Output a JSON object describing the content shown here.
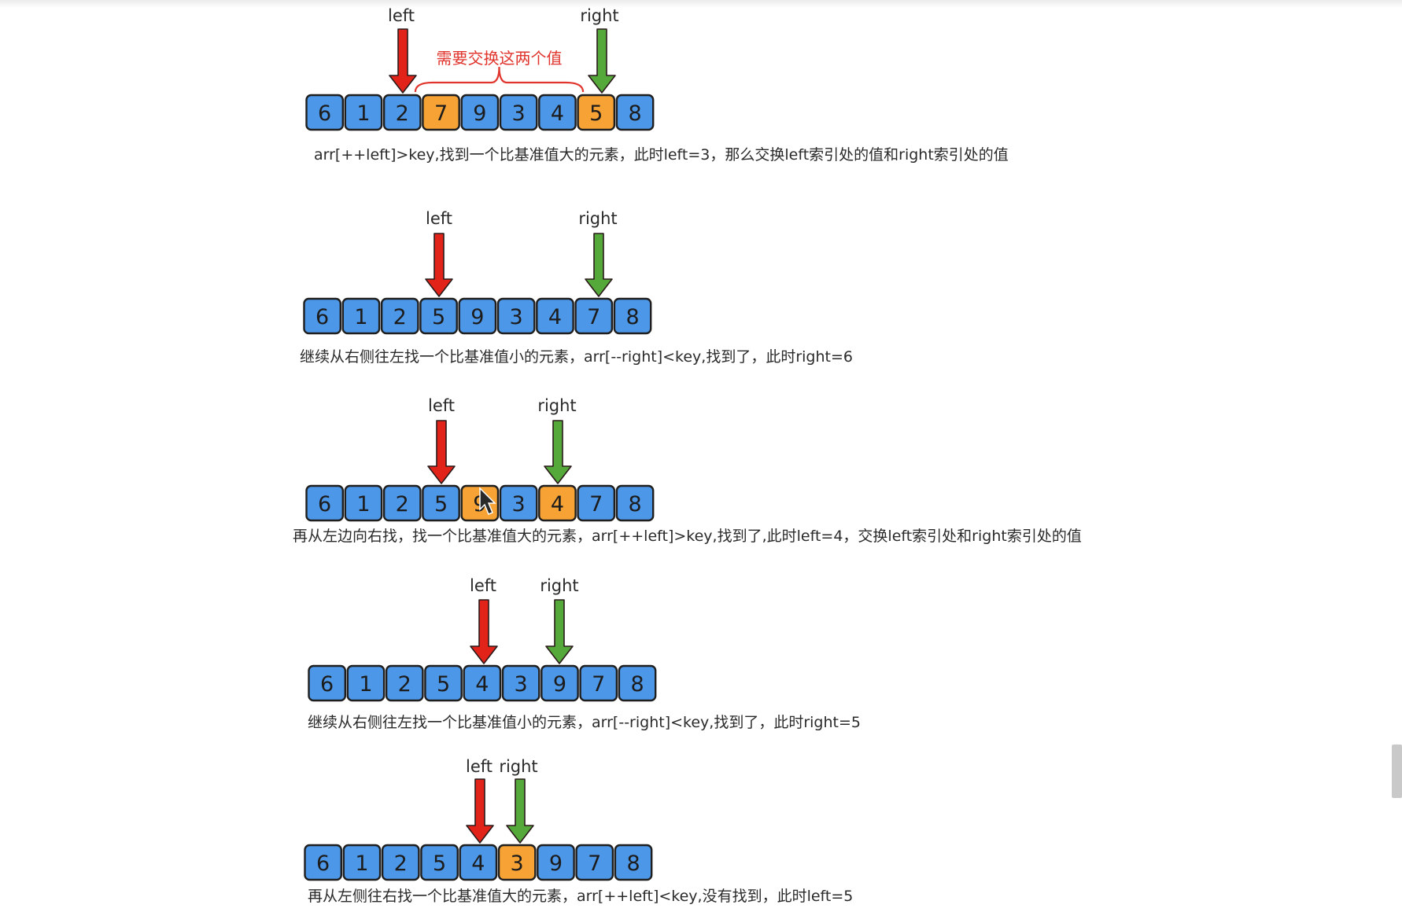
{
  "colors": {
    "normal_cell": "#4d97e8",
    "highlight_cell": "#f7a234",
    "left_arrow": "#e2231a",
    "right_arrow": "#55a83a",
    "annotation": "#e0342d"
  },
  "steps": [
    {
      "cells": [
        6,
        1,
        2,
        7,
        9,
        3,
        4,
        5,
        8
      ],
      "highlight": [
        3,
        7
      ],
      "left_label": "left",
      "right_label": "right",
      "left_index": 2,
      "right_index": 7,
      "note": "需要交换这两个值",
      "caption": "arr[++left]>key,找到一个比基准值大的元素，此时left=3，那么交换left索引处的值和right索引处的值"
    },
    {
      "cells": [
        6,
        1,
        2,
        5,
        9,
        3,
        4,
        7,
        8
      ],
      "highlight": [],
      "left_label": "left",
      "right_label": "right",
      "left_index": 3,
      "right_index": 7,
      "caption": "继续从右侧往左找一个比基准值小的元素，arr[--right]<key,找到了，此时right=6"
    },
    {
      "cells": [
        6,
        1,
        2,
        5,
        9,
        3,
        4,
        7,
        8
      ],
      "highlight": [
        4,
        6
      ],
      "left_label": "left",
      "right_label": "right",
      "left_index": 3,
      "right_index": 6,
      "caption": "再从左边向右找，找一个比基准值大的元素，arr[++left]>key,找到了,此时left=4，交换left索引处和right索引处的值"
    },
    {
      "cells": [
        6,
        1,
        2,
        5,
        4,
        3,
        9,
        7,
        8
      ],
      "highlight": [],
      "left_label": "left",
      "right_label": "right",
      "left_index": 4,
      "right_index": 6,
      "caption": "继续从右侧往左找一个比基准值小的元素，arr[--right]<key,找到了，此时right=5"
    },
    {
      "cells": [
        6,
        1,
        2,
        5,
        4,
        3,
        9,
        7,
        8
      ],
      "highlight": [
        5
      ],
      "left_label": "left",
      "right_label": "right",
      "left_index": 4,
      "right_index": 5,
      "caption": "再从左侧往右找一个比基准值大的元素，arr[++left]<key,没有找到，此时left=5"
    }
  ]
}
